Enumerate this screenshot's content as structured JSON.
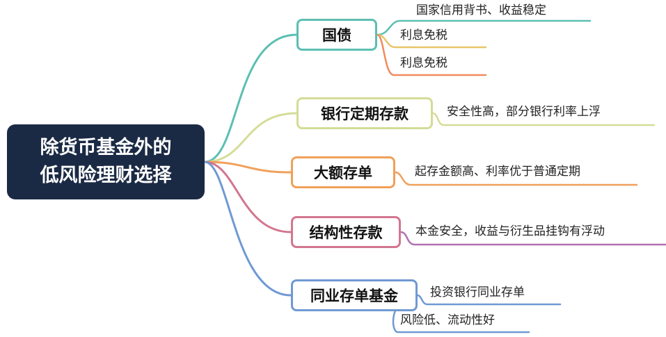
{
  "root": {
    "line1": "除货币基金外的",
    "line2": "低风险理财选择"
  },
  "branches": [
    {
      "label": "国债",
      "color": "#5bbfb2",
      "leaves": [
        {
          "text": "国家信用背书、收益稳定",
          "color": "#5bbfb2"
        },
        {
          "text": "利息免税",
          "color": "#e8c56b"
        },
        {
          "text": "利息免税",
          "color": "#f08a5d"
        }
      ]
    },
    {
      "label": "银行定期存款",
      "color": "#d5dc96",
      "leaves": [
        {
          "text": "安全性高，部分银行利率上浮",
          "color": "#d5dc96"
        }
      ]
    },
    {
      "label": "大额存单",
      "color": "#f0a05a",
      "leaves": [
        {
          "text": "起存金额高、利率优于普通定期",
          "color": "#f0a05a"
        }
      ]
    },
    {
      "label": "结构性存款",
      "color": "#d2768f",
      "leaves": [
        {
          "text": "本金安全，收益与衍生品挂钩有浮动",
          "color": "#b070b0"
        }
      ]
    },
    {
      "label": "同业存单基金",
      "color": "#6f99d3",
      "leaves": [
        {
          "text": "投资银行同业存单",
          "color": "#6f99d3"
        },
        {
          "text": "风险低、流动性好",
          "color": "#6f99d3"
        }
      ]
    }
  ]
}
